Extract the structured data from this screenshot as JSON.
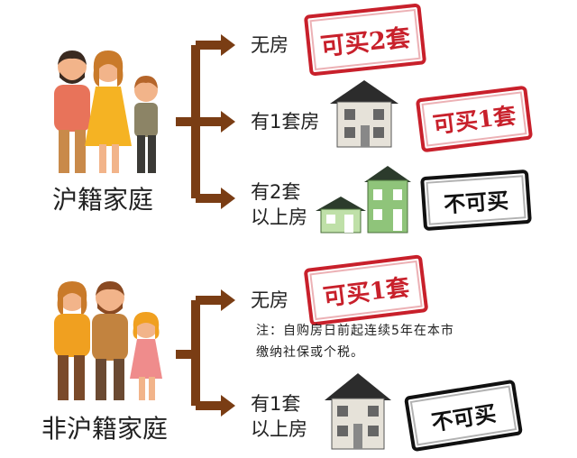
{
  "colors": {
    "arrow": "#7a3d14",
    "stamp_red": "#c8202b",
    "stamp_black": "#111111"
  },
  "local": {
    "family_label": "沪籍家庭",
    "options": [
      {
        "label": "无房",
        "stamp": "可买2套"
      },
      {
        "label": "有1套房",
        "stamp": "可买1套"
      },
      {
        "label_line1": "有2套",
        "label_line2": "以上房",
        "stamp": "不可买"
      }
    ]
  },
  "nonlocal": {
    "family_label": "非沪籍家庭",
    "options": [
      {
        "label": "无房",
        "stamp": "可买1套"
      },
      {
        "label_line1": "有1套",
        "label_line2": "以上房",
        "stamp": "不可买"
      }
    ],
    "note_line1": "注：自购房日前起连续5年在本市",
    "note_line2": "缴纳社保或个税。"
  },
  "icons": [
    "family-icon",
    "house-icon"
  ]
}
